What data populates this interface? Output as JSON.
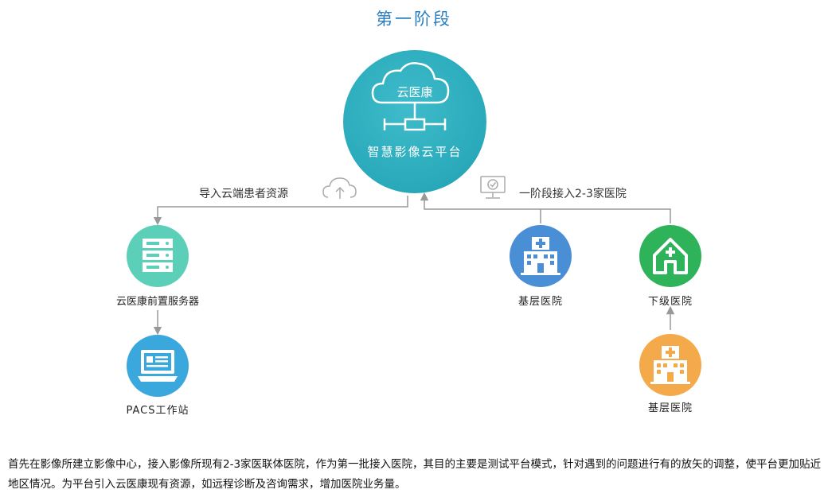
{
  "title": "第一阶段",
  "center": {
    "cloud_label": "云医康",
    "label": "智慧影像云平台",
    "color": "#2badbc"
  },
  "flows": {
    "left_label": "导入云端患者资源",
    "right_label": "一阶段接入2-3家医院"
  },
  "nodes": {
    "server": {
      "label": "云医康前置服务器",
      "icon": "server-rack-icon",
      "color": "#5ccfb9"
    },
    "pacs": {
      "label": "PACS工作站",
      "icon": "computer-monitor-icon",
      "color": "#3aa7dd"
    },
    "basic_hospital_1": {
      "label": "基层医院",
      "icon": "hospital-building-icon",
      "color": "#4a8fd6"
    },
    "lower_hospital": {
      "label": "下级医院",
      "icon": "home-cross-icon",
      "color": "#2fb35a"
    },
    "basic_hospital_2": {
      "label": "基层医院",
      "icon": "hospital-building-icon",
      "color": "#f4a94a"
    }
  },
  "description": "首先在影像所建立影像中心，接入影像所现有2-3家医联体医院，作为第一批接入医院，其目的主要是测试平台模式，针对遇到的问题进行有的放矢的调整，使平台更加贴近地区情况。为平台引入云医康现有资源，如远程诊断及咨询需求，增加医院业务量。"
}
